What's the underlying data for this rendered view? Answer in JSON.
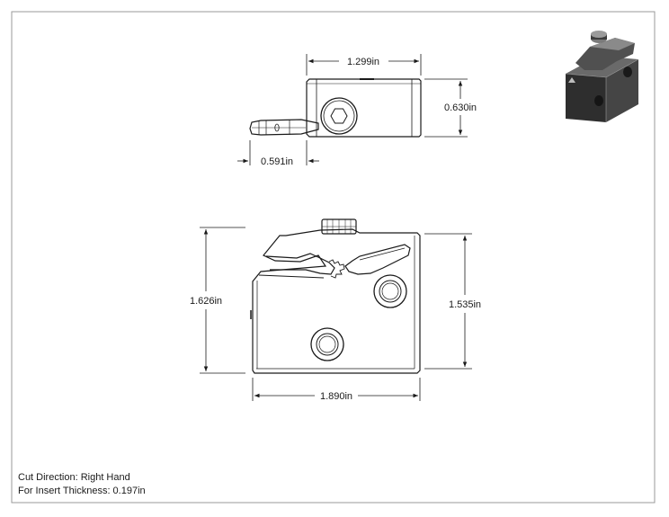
{
  "dimensions": {
    "top_width": "1.299in",
    "top_height": "0.630in",
    "top_offset": "0.591in",
    "front_left_height": "1.626in",
    "front_right_height": "1.535in",
    "front_width": "1.890in"
  },
  "notes": {
    "cut_direction": "Cut Direction: Right Hand",
    "insert_thickness": "For Insert Thickness: 0.197in"
  },
  "colors": {
    "line": "#1a1a1a",
    "border": "#999999",
    "preview_dark": "#3a3a3a"
  }
}
